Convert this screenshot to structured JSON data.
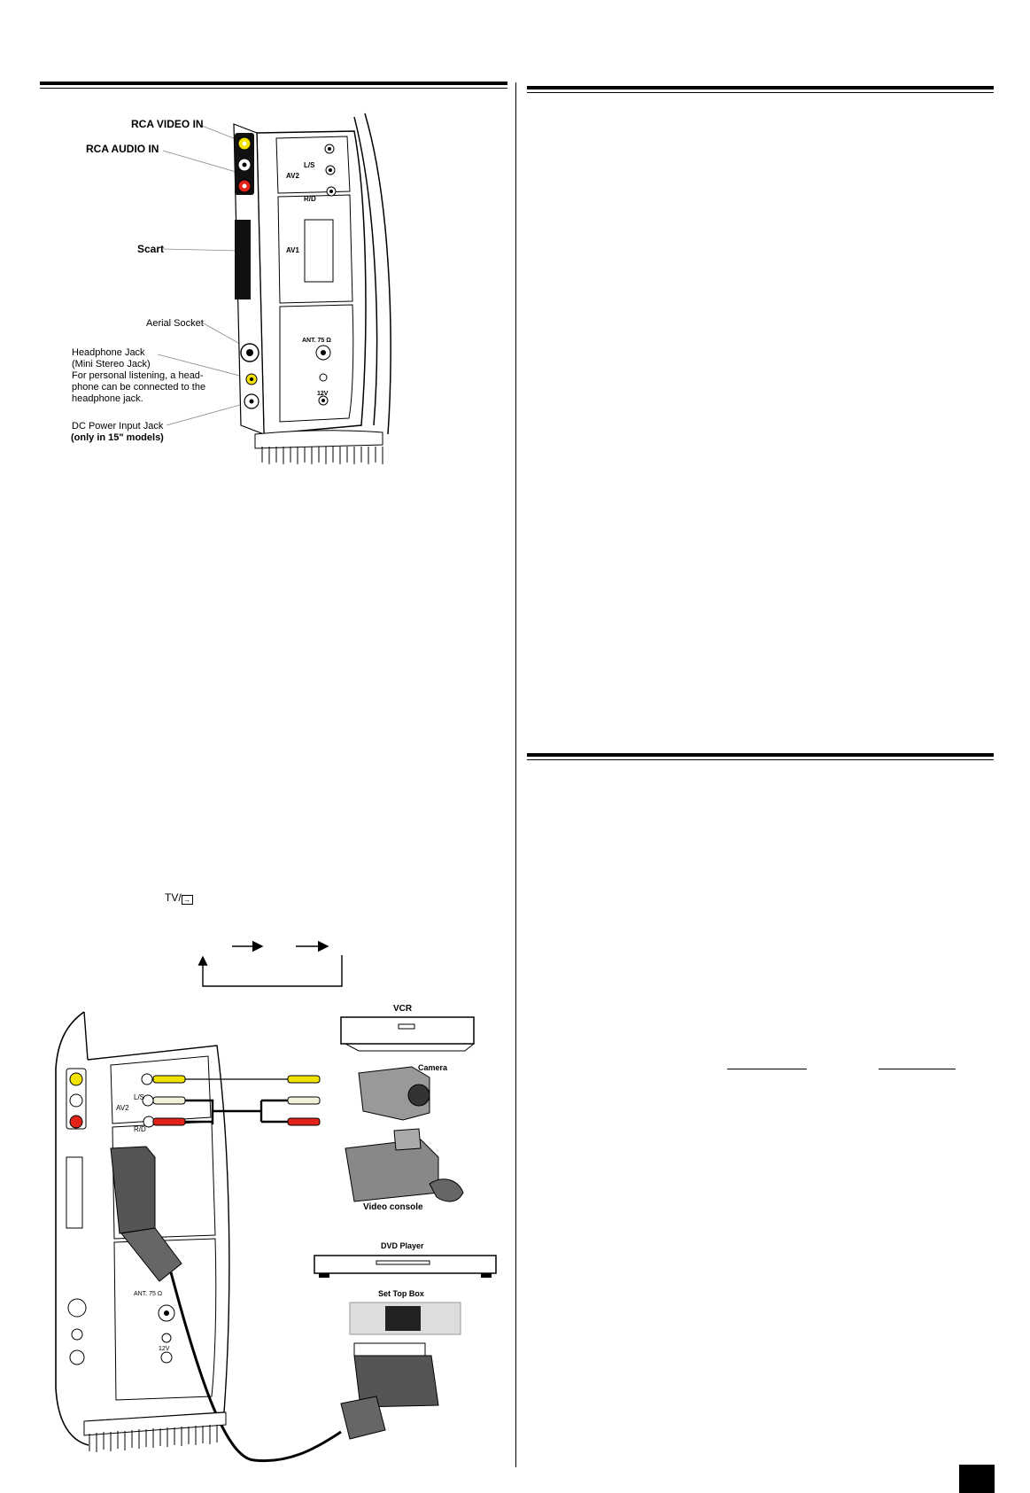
{
  "diagram_top": {
    "labels": {
      "rca_video_in": "RCA VIDEO IN",
      "rca_audio_in": "RCA AUDIO IN",
      "scart": "Scart",
      "aerial_socket": "Aerial Socket",
      "headphone_1": "Headphone Jack",
      "headphone_2": "(Mini Stereo Jack)",
      "headphone_3": "For personal listening, a head-",
      "headphone_4": "phone can be connected to the",
      "headphone_5": "headphone jack.",
      "dc_1": "DC Power Input Jack",
      "dc_2": "(only in 15\" models)"
    },
    "panel_marks": {
      "av2": "AV2",
      "ls": "L/S",
      "rd": "R/D",
      "av1": "AV1",
      "ant": "ANT. 75 Ω",
      "v12": "12V"
    }
  },
  "tv_button": "TV/",
  "diagram_bottom": {
    "devices": {
      "vcr": "VCR",
      "camera": "Camera",
      "video_console": "Video console",
      "dvd_player": "DVD Player",
      "set_top_box": "Set Top Box"
    },
    "panel_marks": {
      "av2": "AV2",
      "ls": "L/S",
      "rd": "R/D",
      "ant": "ANT. 75 Ω",
      "v12": "12V"
    }
  },
  "colors": {
    "video": "#f2e200",
    "audio_left": "#ffffff",
    "audio_right": "#e2231a"
  }
}
